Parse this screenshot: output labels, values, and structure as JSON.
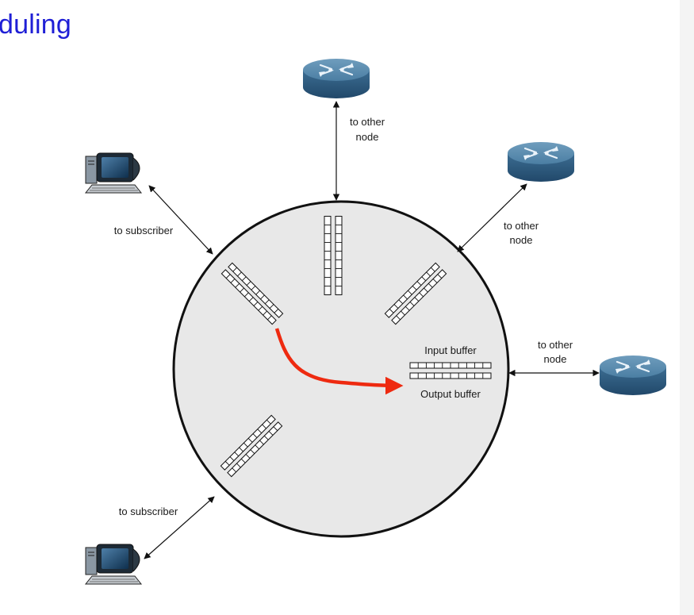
{
  "title": "duling",
  "labels": {
    "to_other_node_top": [
      "to other",
      "node"
    ],
    "to_other_node_upper_right": [
      "to other",
      "node"
    ],
    "to_other_node_right": [
      "to other",
      "node"
    ],
    "to_subscriber_top": "to subscriber",
    "to_subscriber_bottom": "to subscriber",
    "input_buffer": "Input buffer",
    "output_buffer": "Output buffer"
  },
  "icons": {
    "router": "router-icon",
    "computer": "computer-icon"
  },
  "colors": {
    "title": "#1f1fd6",
    "switch_fill": "#e8e8e8",
    "router": "#3a6f93",
    "path_arrow": "#ee2a10"
  }
}
